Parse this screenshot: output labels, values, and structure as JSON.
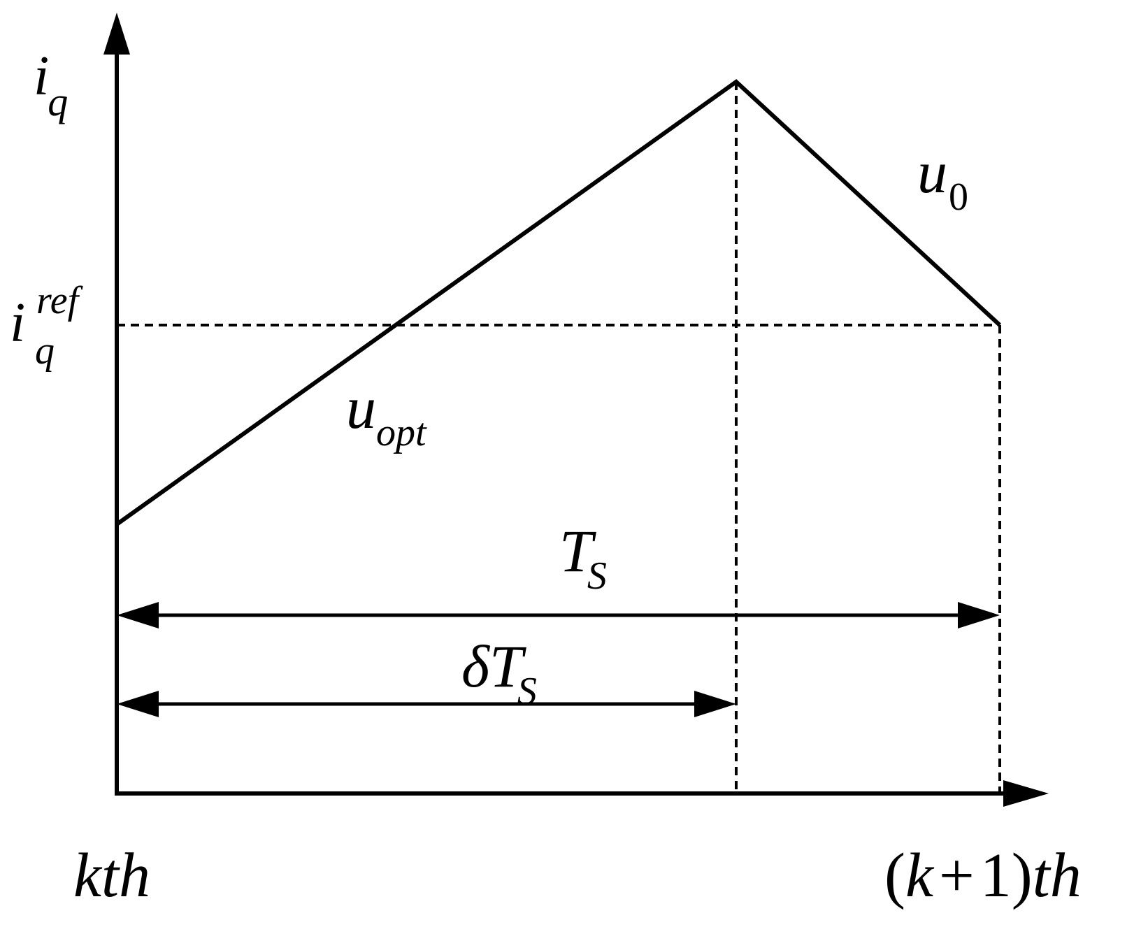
{
  "diagram": {
    "axis_y_label": {
      "base": "i",
      "sub": "q"
    },
    "ref_label": {
      "base": "i",
      "sub": "q",
      "sup": "ref"
    },
    "rising_segment_label": {
      "base": "u",
      "sub": "opt"
    },
    "falling_segment_label": {
      "base": "u",
      "sub": "0"
    },
    "period_label": {
      "base": "T",
      "sub": "S"
    },
    "partial_period_label": {
      "prefix": "δ",
      "base": "T",
      "sub": "S"
    },
    "start_time_label": "kth",
    "end_time_label": {
      "open": "(",
      "k": "k",
      "plus": "+",
      "one": "1",
      "close": ")",
      "suffix": "th"
    }
  }
}
